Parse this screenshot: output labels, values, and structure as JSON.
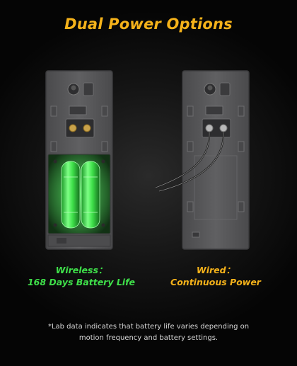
{
  "title": "Dual Power Options",
  "left_option": {
    "label": "Wireless：",
    "detail": "168 Days Battery Life",
    "color": "#3fe04a"
  },
  "right_option": {
    "label": "Wired：",
    "detail": "Continuous Power",
    "color": "#f5b21a"
  },
  "footnote": {
    "line1": "*Lab data indicates that battery life varies depending on",
    "line2": "motion frequency and battery settings."
  },
  "colors": {
    "accent": "#f5b21a",
    "battery_glow": "#3fe04a",
    "device_body": "#5c5c5e",
    "background": "#000000"
  }
}
